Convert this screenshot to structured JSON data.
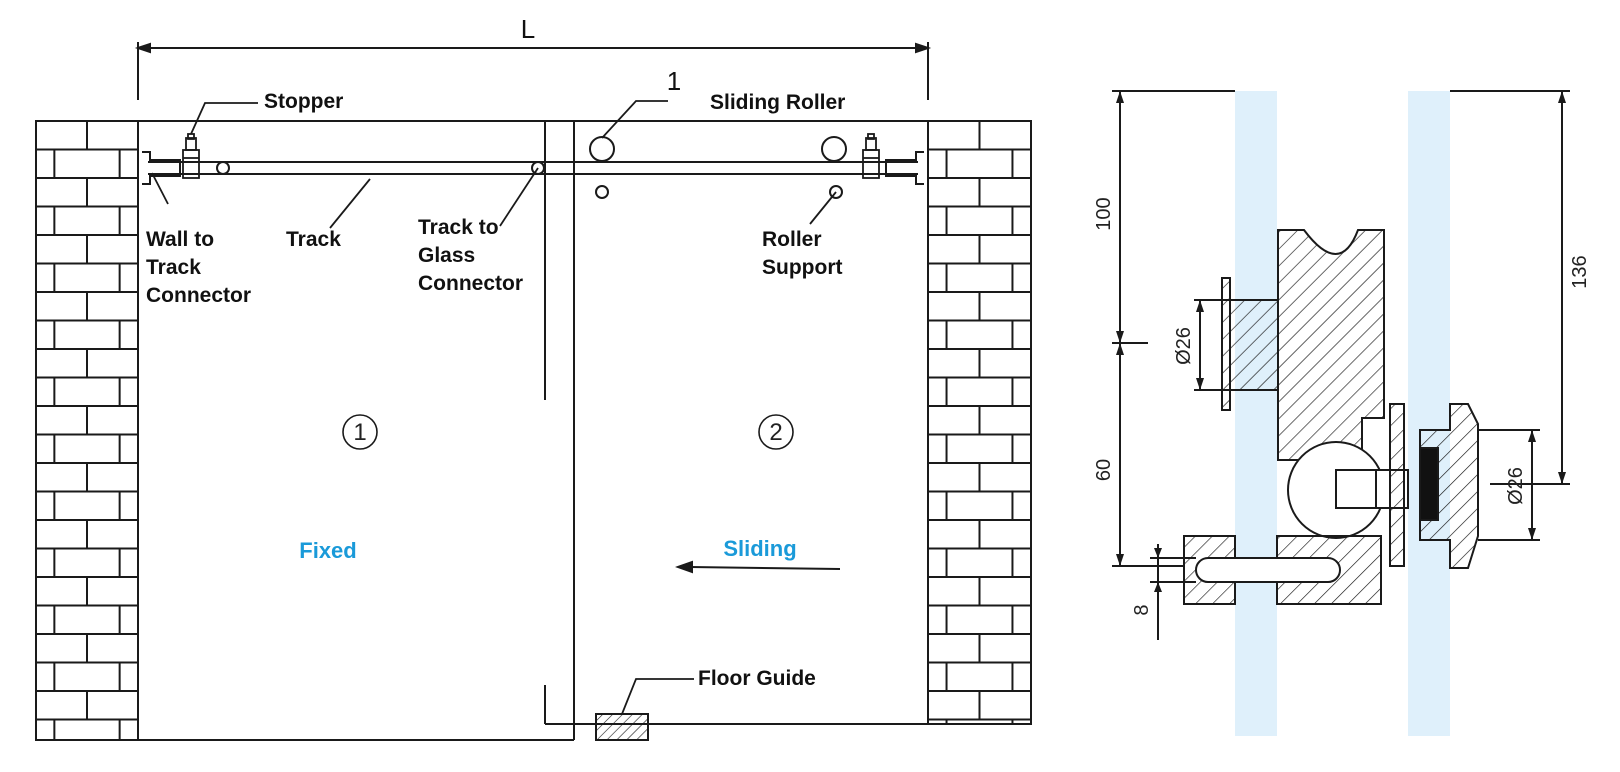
{
  "colors": {
    "accent": "#1a9ad9",
    "glass": "#dff0fb",
    "line": "#1a1a1a"
  },
  "left_view": {
    "width_label": "L",
    "callout_1": "1",
    "panel_1_marker": "①",
    "panel_2_marker": "②",
    "labels": {
      "stopper": "Stopper",
      "sliding_roller": "Sliding Roller",
      "wall_to_track_connector": [
        "Wall to",
        "Track",
        "Connector"
      ],
      "track": "Track",
      "track_to_glass_connector": [
        "Track to",
        "Glass",
        "Connector"
      ],
      "roller_support": [
        "Roller",
        "Support"
      ],
      "floor_guide": "Floor Guide"
    },
    "panel_fixed": "Fixed",
    "panel_sliding": "Sliding"
  },
  "right_view": {
    "dimensions": {
      "d100": "100",
      "d60": "60",
      "d136": "136",
      "dia_top": "Ø26",
      "dia_right": "Ø26",
      "d8": "8"
    }
  }
}
